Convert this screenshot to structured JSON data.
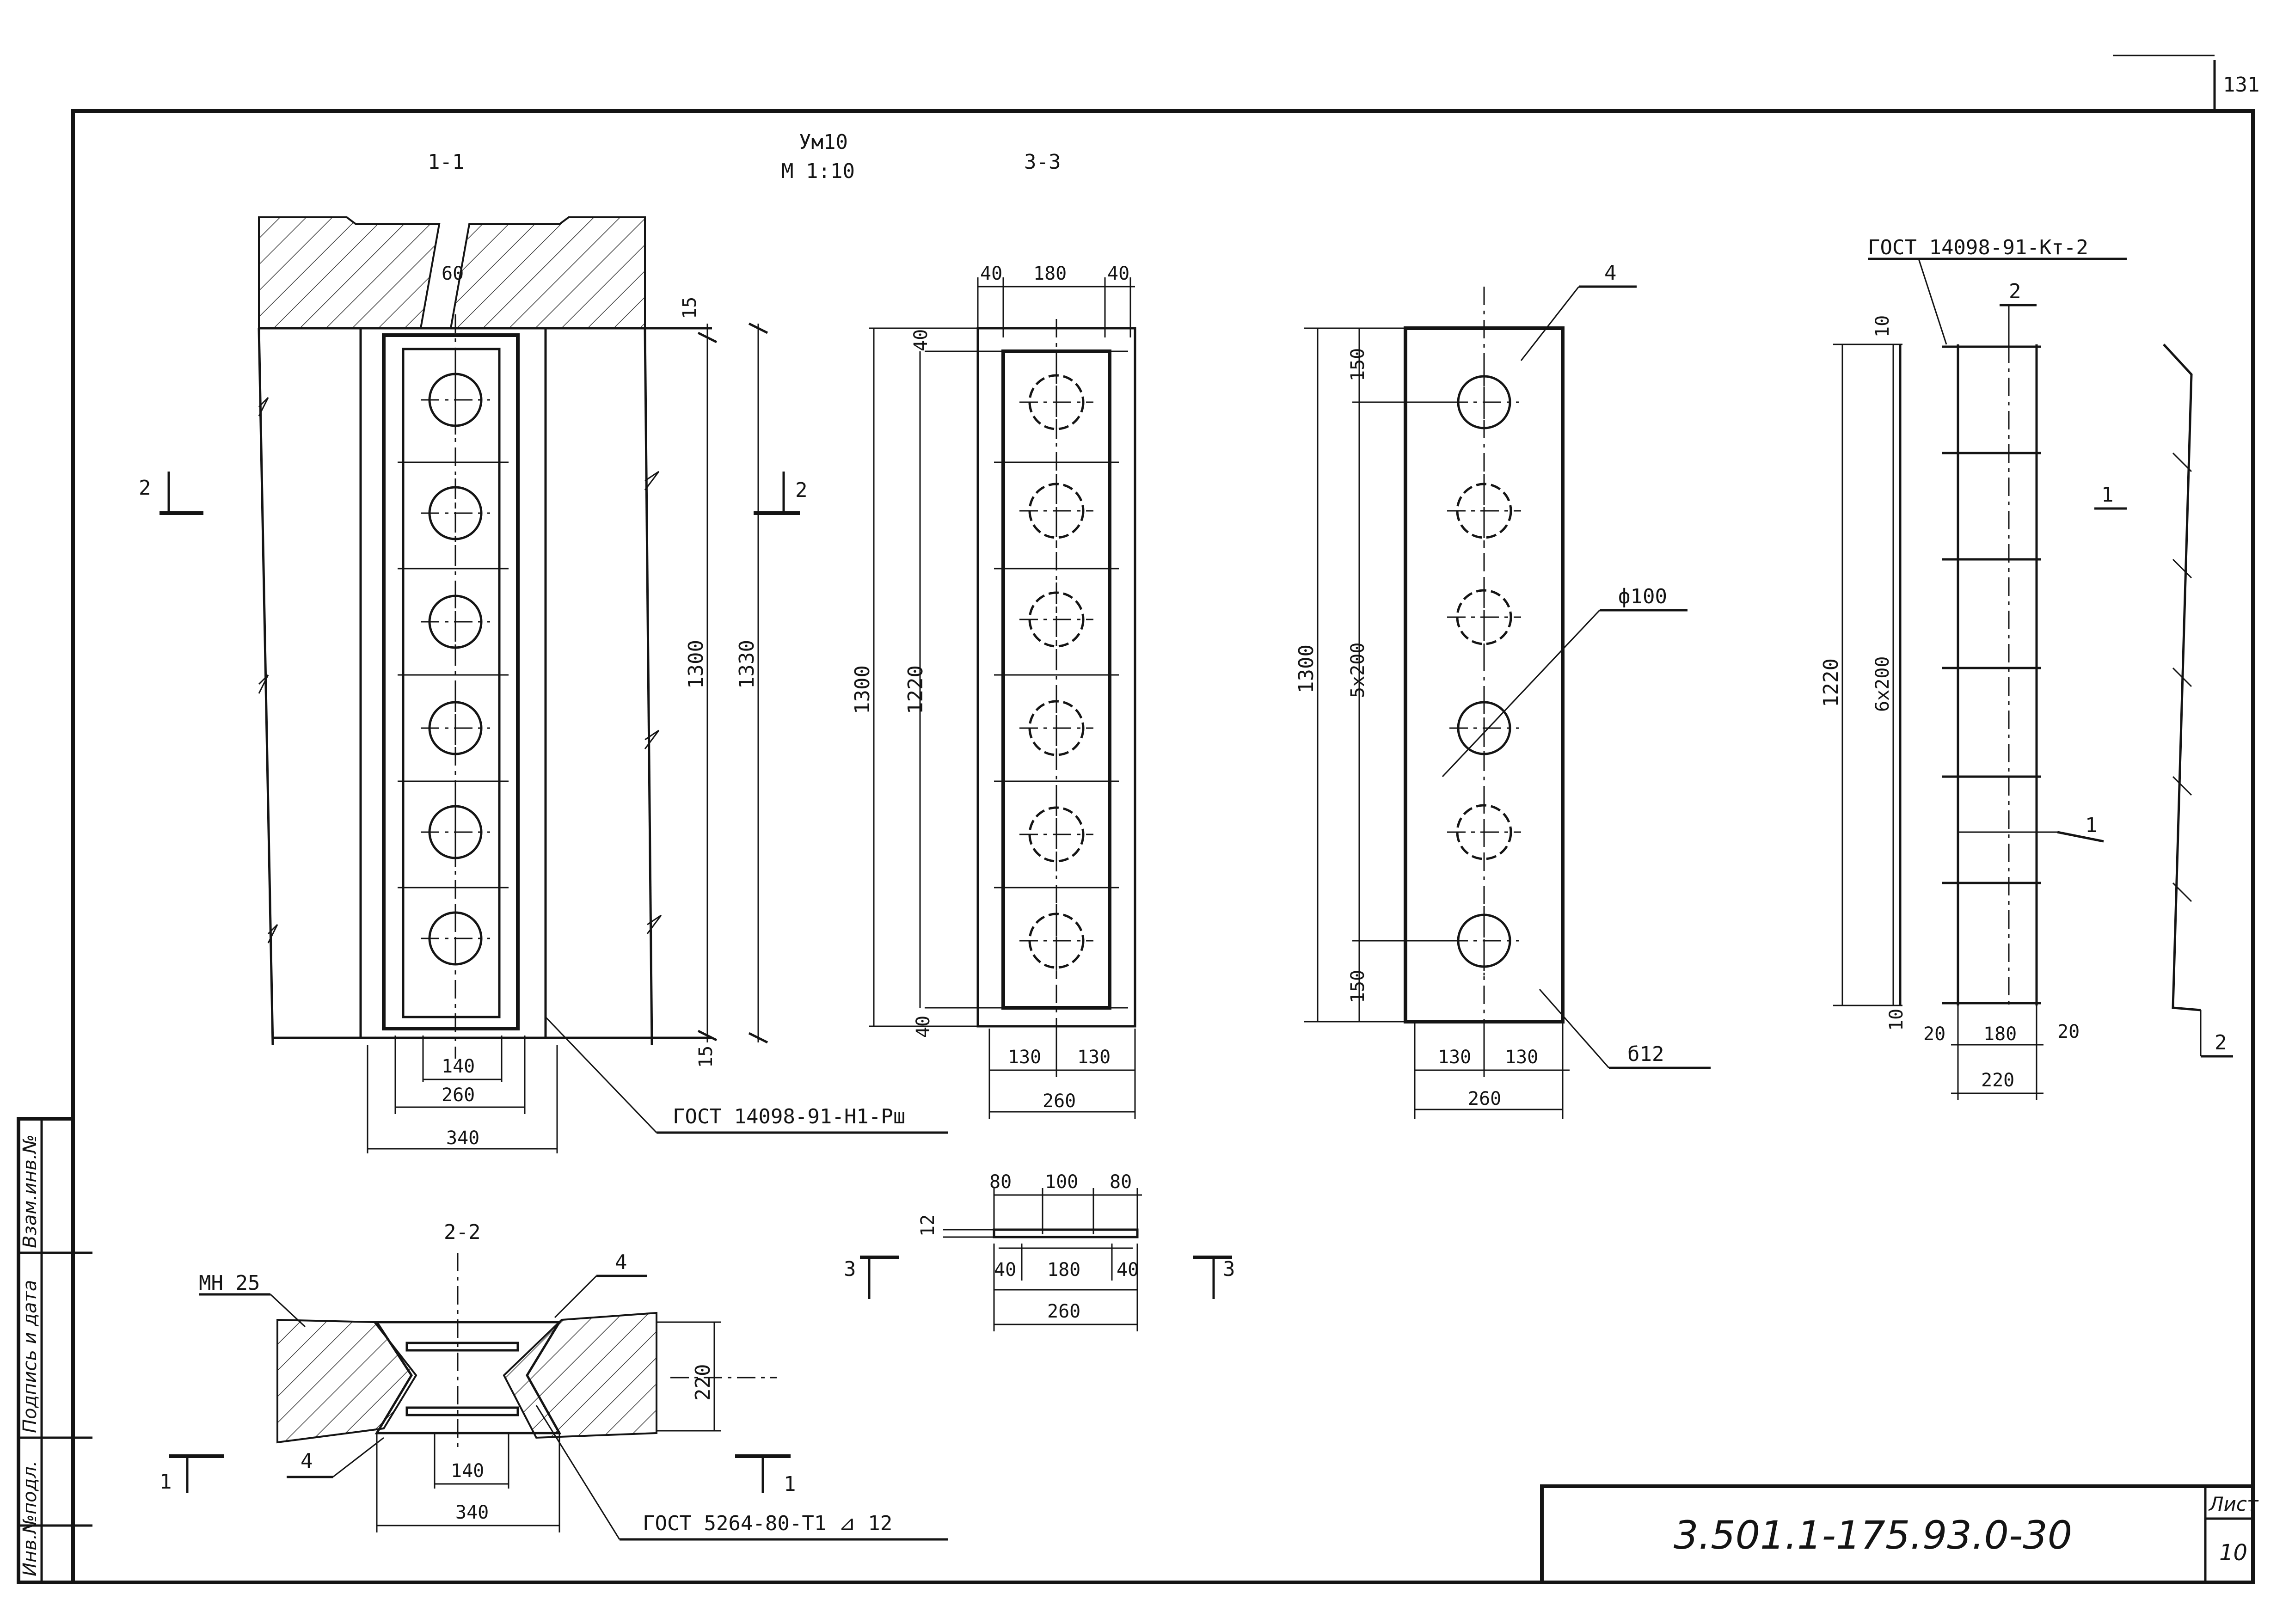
{
  "sheet": {
    "page_number": "131",
    "doc_code": "3.501.1-175.93.0-30",
    "sheet_label": "Лист",
    "sheet_number": "10",
    "side_stamp": [
      "Инв.№подл.",
      "Подпись и дата",
      "Взам.инв.№"
    ]
  },
  "header": {
    "item": "Ум10",
    "scale": "М 1:10"
  },
  "section_1_1": {
    "label": "1-1",
    "dim_60": "60",
    "dim_15_top": "15",
    "dim_1300": "1300",
    "dim_1330": "1330",
    "dim_15_bottom": "15",
    "dim_140": "140",
    "dim_260": "260",
    "dim_340": "340",
    "cut_2_left": "2",
    "cut_2_right": "2",
    "weld_note": "ГОСТ 14098-91-Н1-Рш"
  },
  "section_3_3": {
    "label": "3-3",
    "dim_40_left": "40",
    "dim_180": "180",
    "dim_40_right": "40",
    "dim_1300": "1300",
    "dim_1220": "1220",
    "dim_40_top": "40",
    "dim_40_bottom": "40",
    "dim_130_left": "130",
    "dim_130_right": "130",
    "dim_260": "260"
  },
  "plate_view": {
    "callout_4": "4",
    "dim_150_top": "150",
    "dim_5x200": "5х200",
    "dim_1300": "1300",
    "dim_150_bottom": "150",
    "hole_diameter": "ф100",
    "dim_130_left": "130",
    "dim_130_right": "130",
    "dim_260": "260",
    "thickness": "б12"
  },
  "cage_view": {
    "weld_note": "ГОСТ 14098-91-Кт-2",
    "callout_2_top": "2",
    "dim_10_top": "10",
    "dim_1220": "1220",
    "dim_6x200": "6х200",
    "dim_10_bottom": "10",
    "dim_20_left": "20",
    "dim_180": "180",
    "dim_20_right": "20",
    "dim_220": "220",
    "callout_1_mid": "1",
    "callout_1_side": "1",
    "callout_2_side": "2"
  },
  "small_section": {
    "dim_80_left": "80",
    "dim_100": "100",
    "dim_80_right": "80",
    "dim_12": "12",
    "dim_40_left": "40",
    "dim_180": "180",
    "dim_40_right": "40",
    "dim_260": "260",
    "cut_3_left": "3",
    "cut_3_right": "3"
  },
  "section_2_2": {
    "label": "2-2",
    "callout_mn": "МН 25",
    "callout_4_top": "4",
    "callout_4_bottom": "4",
    "dim_220": "220",
    "dim_140": "140",
    "dim_340": "340",
    "cut_1_left": "1",
    "cut_1_right": "1",
    "weld_note": "ГОСТ 5264-80-Т1 ⊿ 12"
  }
}
